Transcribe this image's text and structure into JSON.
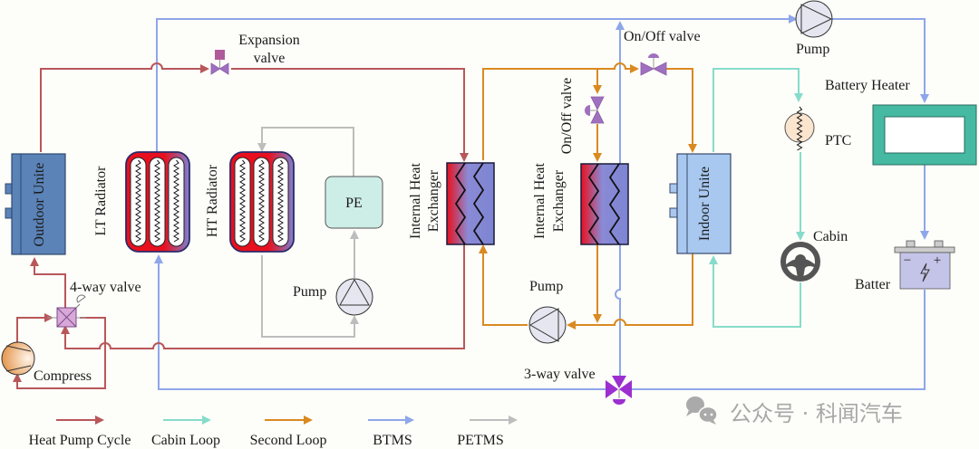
{
  "diagram": {
    "type": "thermal-management-system-schematic",
    "components": {
      "outdoor_unit": "Outdoor Unite",
      "lt_radiator": "LT Radiator",
      "ht_radiator": "HT Radiator",
      "pe": "PE",
      "expansion_valve": "Expansion valve",
      "internal_hx_1": [
        "Internal Heat",
        "Exchanger"
      ],
      "internal_hx_2": [
        "Internal Heat",
        "Exchanger"
      ],
      "onoff_valve_vertical": "On/Off valve",
      "onoff_valve_top": "On/Off valve",
      "indoor_unit": "Indoor Unite",
      "pump_top": "Pump",
      "battery_heater": "Battery Heater",
      "ptc": "PTC",
      "cabin": "Cabin",
      "battery": "Batter",
      "four_way_valve": "4-way valve",
      "compressor": "Compress",
      "pump_pe": "Pump",
      "pump_second": "Pump",
      "three_way_valve": "3-way valve",
      "battery_minus": "−",
      "battery_plus": "+"
    },
    "legend": [
      {
        "label": "Heat Pump Cycle",
        "color": "#b8575a"
      },
      {
        "label": "Cabin Loop",
        "color": "#86dccb"
      },
      {
        "label": "Second Loop",
        "color": "#d98a21"
      },
      {
        "label": "BTMS",
        "color": "#8ea6ea"
      },
      {
        "label": "PETMS",
        "color": "#bdbdbd"
      }
    ],
    "watermark": "公众号 · 科闻汽车"
  }
}
